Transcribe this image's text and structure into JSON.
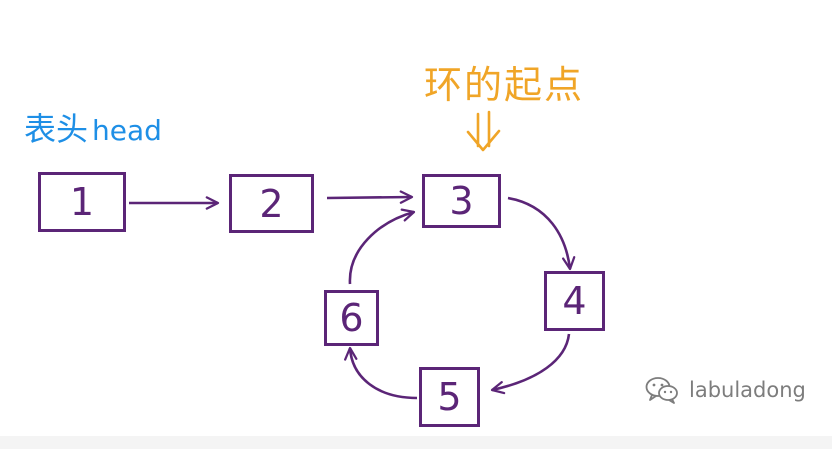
{
  "labels": {
    "head_cn": "表头",
    "head_en": "head",
    "cycle_start": "环的起点"
  },
  "nodes": [
    {
      "id": "1",
      "value": "1"
    },
    {
      "id": "2",
      "value": "2"
    },
    {
      "id": "3",
      "value": "3"
    },
    {
      "id": "4",
      "value": "4"
    },
    {
      "id": "5",
      "value": "5"
    },
    {
      "id": "6",
      "value": "6"
    }
  ],
  "edges": [
    {
      "from": "1",
      "to": "2"
    },
    {
      "from": "2",
      "to": "3"
    },
    {
      "from": "3",
      "to": "4"
    },
    {
      "from": "4",
      "to": "5"
    },
    {
      "from": "5",
      "to": "6"
    },
    {
      "from": "6",
      "to": "3"
    }
  ],
  "watermark": {
    "icon": "wechat-icon",
    "text": "labuladong"
  },
  "colors": {
    "node_stroke": "#5b2577",
    "head_label": "#1e8fe6",
    "cycle_label": "#f0a527",
    "watermark": "#7d7d7d"
  }
}
